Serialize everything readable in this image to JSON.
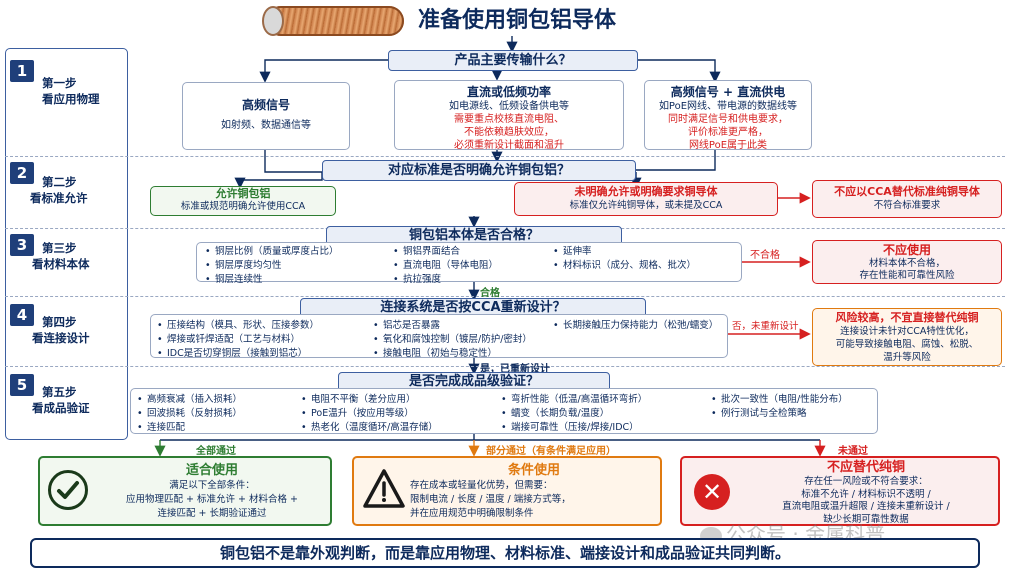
{
  "title": "准备使用铜包铝导体",
  "steps": [
    {
      "num": "1",
      "title": "第一步",
      "sub": "看应用物理"
    },
    {
      "num": "2",
      "title": "第二步",
      "sub": "看标准允许"
    },
    {
      "num": "3",
      "title": "第三步",
      "sub": "看材料本体"
    },
    {
      "num": "4",
      "title": "第四步",
      "sub": "看连接设计"
    },
    {
      "num": "5",
      "title": "第五步",
      "sub": "看成品验证"
    }
  ],
  "q1": "产品主要传输什么？",
  "hf": {
    "title": "高频信号",
    "desc": "如射频、数据通信等"
  },
  "dc": {
    "title": "直流或低频功率",
    "desc": "如电源线、低频设备供电等",
    "warn1": "需要重点校核直流电阻、",
    "warn2": "不能依赖趋肤效应，",
    "warn3": "必须重新设计截面和温升"
  },
  "mix": {
    "title": "高频信号 + 直流供电",
    "desc": "如PoE网线、带电源的数据线等",
    "warn1": "同时满足信号和供电要求，",
    "warn2": "评价标准更严格，",
    "warn3": "网线PoE属于此类"
  },
  "q2": "对应标准是否明确允许铜包铝？",
  "allow": {
    "title": "允许铜包铝",
    "desc": "标准或规范明确允许使用CCA"
  },
  "notallow": {
    "title": "未明确允许或明确要求铜导体",
    "desc": "标准仅允许纯铜导体，或未提及CCA"
  },
  "noreplace": {
    "title": "不应以CCA替代标准纯铜导体",
    "desc": "不符合标准要求"
  },
  "q3": "铜包铝本体是否合格？",
  "mat_col1": [
    "铜层比例（质量或厚度占比）",
    "铜层厚度均匀性",
    "铜层连续性"
  ],
  "mat_col2": [
    "铜铝界面结合",
    "直流电阻（导体电阻）",
    "抗拉强度"
  ],
  "mat_col3": [
    "延伸率",
    "材料标识（成分、规格、批次）"
  ],
  "fail_label": "不合格",
  "notuse": {
    "title": "不应使用",
    "line1": "材料本体不合格，",
    "line2": "存在性能和可靠性风险"
  },
  "pass_label": "合格",
  "q4": "连接系统是否按CCA重新设计？",
  "conn_col1": [
    "压接结构（模具、形状、压接参数）",
    "焊接或钎焊适配（工艺与材料）",
    "IDC是否切穿铜层（接触到铝芯）"
  ],
  "conn_col2": [
    "铝芯是否暴露",
    "氧化和腐蚀控制（镀层/防护/密封）",
    "接触电阻（初始与稳定性）"
  ],
  "conn_col3": [
    "长期接触压力保持能力（松弛/蠕变）"
  ],
  "no_redesign_label": "否，未重新设计",
  "risk": {
    "title": "风险较高，不宜直接替代纯铜",
    "line1": "连接设计未针对CCA特性优化，",
    "line2": "可能导致接触电阻、腐蚀、松脱、",
    "line3": "温升等风险"
  },
  "yes_redesign_label": "是，已重新设计",
  "q5": "是否完成成品级验证？",
  "ver_col1": [
    "高频衰减（插入损耗）",
    "回波损耗（反射损耗）",
    "连接匹配"
  ],
  "ver_col2": [
    "电阻不平衡（差分应用）",
    "PoE温升（按应用等级）",
    "热老化（温度循环/高温存储）"
  ],
  "ver_col3": [
    "弯折性能（低温/高温循环弯折）",
    "蠕变（长期负载/温度）",
    "端接可靠性（压接/焊接/IDC）"
  ],
  "ver_col4": [
    "批次一致性（电阻/性能分布）",
    "例行测试与全检策略"
  ],
  "all_pass_label": "全部通过",
  "part_pass_label": "部分通过（有条件满足应用）",
  "fail_pass_label": "未通过",
  "suit": {
    "title": "适合使用",
    "l1": "满足以下全部条件：",
    "l2": "应用物理匹配 + 标准允许 + 材料合格 +",
    "l3": "连接匹配 + 长期验证通过"
  },
  "cond": {
    "title": "条件使用",
    "l1": "存在成本或轻量化优势，但需要：",
    "l2": "限制电流 / 长度 / 温度 / 端接方式等，",
    "l3": "并在应用规范中明确限制条件"
  },
  "noreplace2": {
    "title": "不应替代纯铜",
    "l1": "存在任一风险或不符合要求：",
    "l2": "标准不允许 / 材料标识不透明 /",
    "l3": "直流电阻或温升超限 / 连接未重新设计 /",
    "l4": "缺少长期可靠性数据"
  },
  "watermark": "公众号 · 金属科普",
  "bottom": "铜包铝不是靠外观判断，而是靠应用物理、材料标准、端接设计和成品验证共同判断。",
  "colors": {
    "navy": "#0d2a5c",
    "red": "#d62020",
    "green": "#2e7d32",
    "orange": "#e07a10"
  }
}
